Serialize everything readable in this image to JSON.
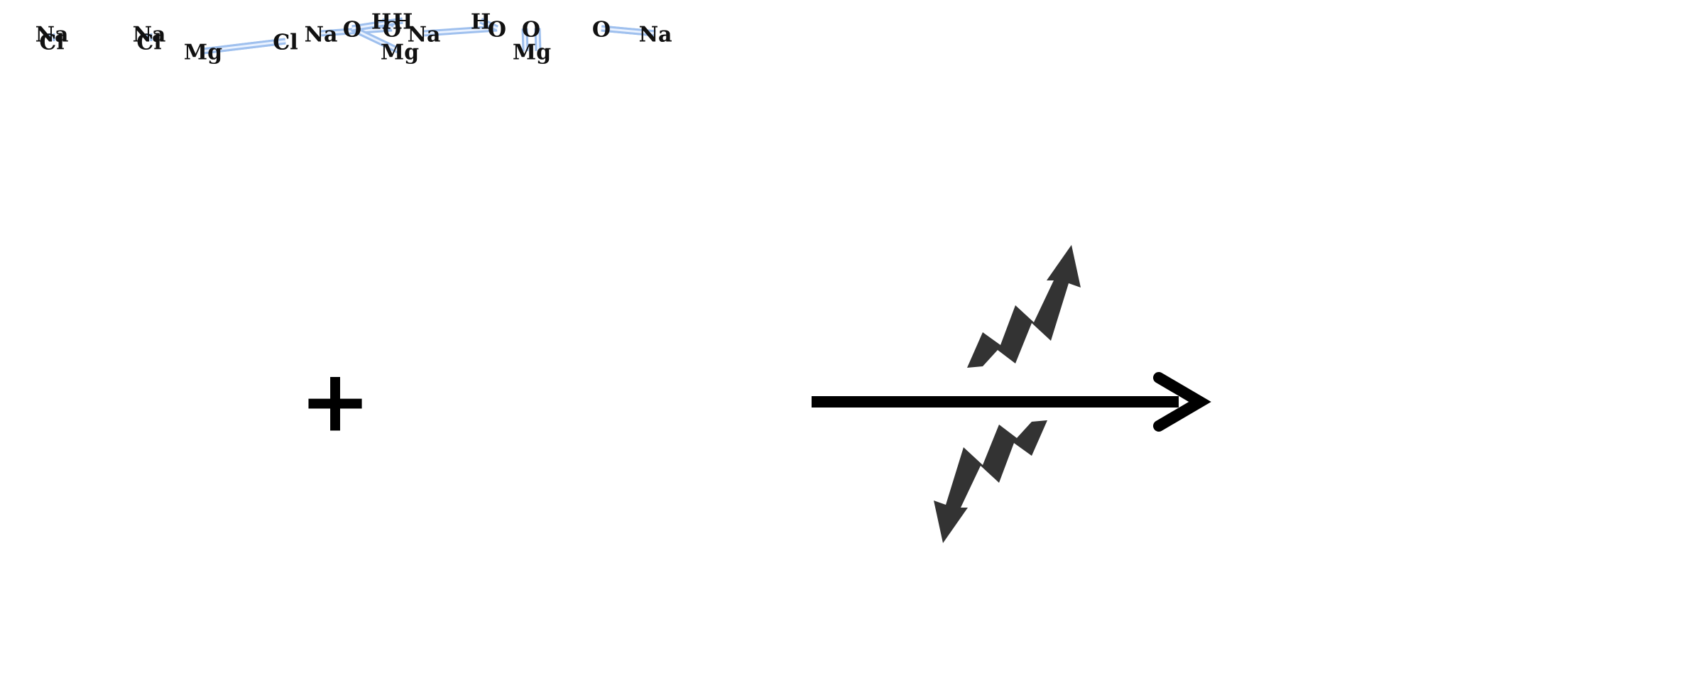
{
  "diagram": {
    "type": "chemical-reaction",
    "plus_sign": "+",
    "element_colors": {
      "Mg": "#3f7fe6",
      "Cl": "#7bd43a",
      "O": "#e0303a",
      "Na": "#7a2fae",
      "H": "#f5b21f"
    },
    "bond_color": "#9fc0ee",
    "arrow_color": "#000000",
    "lightning_color": "#333333",
    "reactants": {
      "magnesium_chloride": {
        "atoms": [
          "Mg",
          "Cl",
          "Cl"
        ]
      },
      "magnesium_oxide": {
        "atoms": [
          "Mg",
          "O"
        ],
        "bond": "double"
      },
      "sodium_hydroxide_1": {
        "atoms": [
          "Na",
          "O",
          "H"
        ]
      },
      "sodium_hydroxide_2": {
        "atoms": [
          "Na",
          "O",
          "H"
        ]
      }
    },
    "byproducts": {
      "sodium_chloride_1": {
        "atoms": [
          "Na",
          "Cl"
        ]
      },
      "sodium_chloride_2": {
        "atoms": [
          "Na",
          "Cl"
        ]
      },
      "sodium_oxide": {
        "atoms": [
          "O",
          "Na",
          "Na"
        ]
      }
    },
    "product": {
      "magnesium_hydroxide": {
        "atoms": [
          "H",
          "O",
          "Mg",
          "O",
          "H"
        ]
      }
    },
    "side_arrows": [
      "up-right",
      "down-left"
    ]
  }
}
